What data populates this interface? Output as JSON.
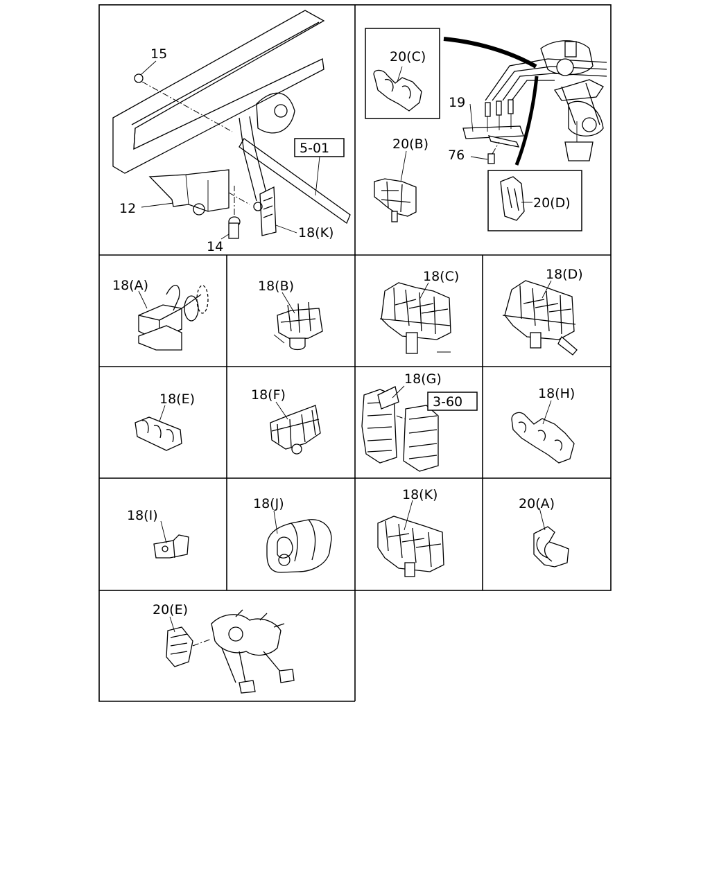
{
  "callouts": {
    "c15": "15",
    "c12": "12",
    "c14": "14",
    "c18k_top": "18(K)",
    "ref_501": "5-01",
    "c20c": "20(C)",
    "c19": "19",
    "c20b": "20(B)",
    "c76": "76",
    "c20d": "20(D)"
  },
  "cells": {
    "a": "18(A)",
    "b": "18(B)",
    "c": "18(C)",
    "d": "18(D)",
    "e": "18(E)",
    "f": "18(F)",
    "g": "18(G)",
    "ref_360": "3-60",
    "h": "18(H)",
    "i": "18(I)",
    "j": "18(J)",
    "k": "18(K)",
    "twa": "20(A)",
    "twe": "20(E)"
  }
}
